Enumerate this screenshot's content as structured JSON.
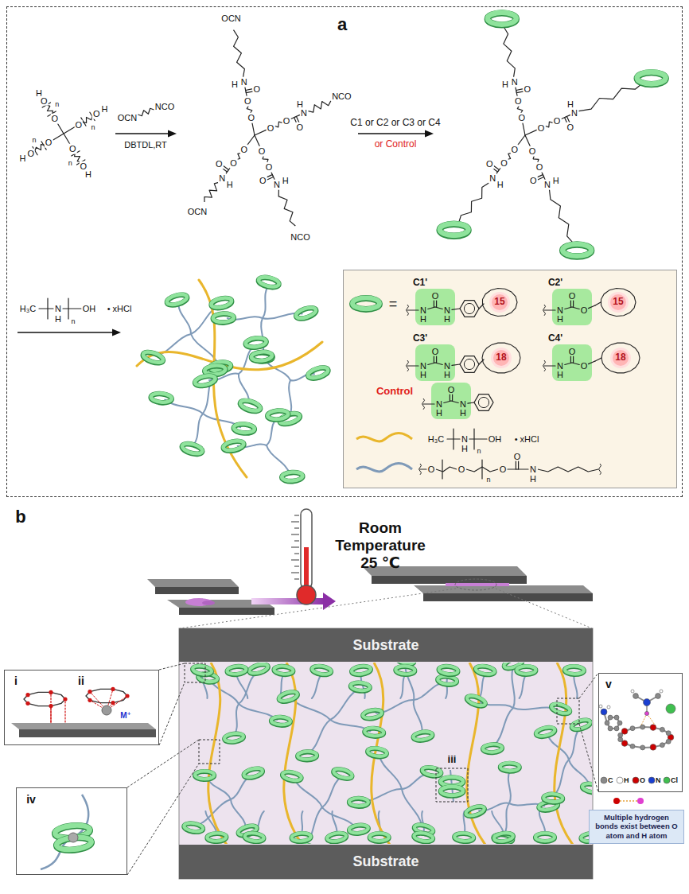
{
  "diagram": {
    "nodes": [
      {
        "text": [
          "a"
        ]
      },
      {
        "text": [
          "=",
          "C1'",
          "N",
          "H",
          "O",
          "N",
          "H",
          "15",
          "C2'",
          "N",
          "H",
          "O",
          "O",
          "15",
          "C3'",
          "N",
          "H",
          "O",
          "N",
          "H",
          "18",
          "C4'",
          "N",
          "H",
          "O",
          "O",
          "18",
          "Control",
          "N",
          "H",
          "O",
          "N",
          "H",
          "H₃C",
          "N",
          "H",
          "n",
          "OH",
          "• xHCl",
          "O",
          "O",
          "n",
          "O",
          "O",
          "N",
          "H"
        ],
        "in": 0
      },
      {
        "text": [
          "Substrate"
        ]
      },
      {
        "text": [
          "Substrate"
        ]
      },
      {
        "text": [
          "i",
          "ii",
          "M⁺"
        ]
      },
      {
        "text": [
          "iv"
        ]
      },
      {
        "text": [
          "v",
          "C",
          "H",
          "O",
          "N",
          "Cl"
        ]
      },
      {
        "text": [
          "Multiple hydrogen bonds exist between O atom and H atom"
        ]
      }
    ],
    "labels": [
      "H",
      "O",
      "n",
      "O",
      "H",
      "O",
      "n",
      "O",
      "H",
      "O",
      "n",
      "O",
      "H",
      "O",
      "n",
      "O",
      "OCN",
      "NCO",
      "DBTDL,RT",
      "OCN",
      "N",
      "H",
      "O",
      "O",
      "O",
      "NCO",
      "N",
      "H",
      "O",
      "O",
      "O",
      "OCN",
      "N",
      "H",
      "O",
      "O",
      "O",
      "NCO",
      "N",
      "H",
      "O",
      "O",
      "O",
      "C1 or C2 or C3 or C4",
      "or Control",
      "N",
      "H",
      "O",
      "O",
      "O",
      "N",
      "H",
      "O",
      "O",
      "O",
      "N",
      "H",
      "O",
      "O",
      "O",
      "N",
      "H",
      "O",
      "O",
      "O",
      "H₃C",
      "N",
      "H",
      "n",
      "OH",
      "• xHCl",
      "b",
      "Room Temperature 25 ℃",
      "iii"
    ]
  }
}
